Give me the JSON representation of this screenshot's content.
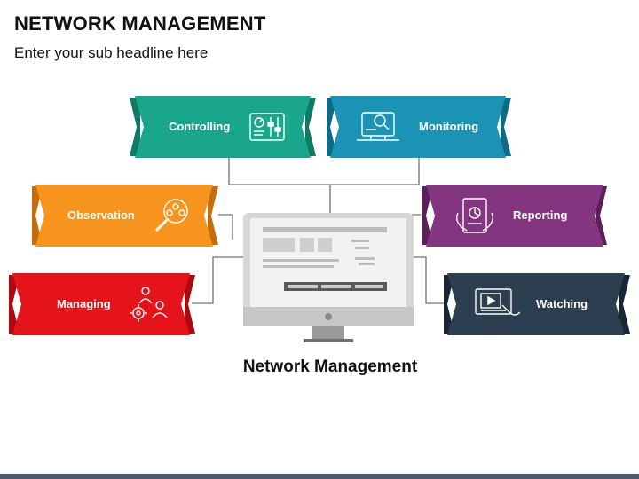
{
  "header": {
    "title": "NETWORK MANAGEMENT",
    "subtitle": "Enter your sub headline here"
  },
  "center": {
    "label": "Network Management"
  },
  "banners": [
    {
      "key": "controlling",
      "label": "Controlling",
      "icon": "control-panel-icon",
      "color": "#1aa68a"
    },
    {
      "key": "monitoring",
      "label": "Monitoring",
      "icon": "monitor-search-icon",
      "color": "#1a93b4"
    },
    {
      "key": "observation",
      "label": "Observation",
      "icon": "magnifier-team-icon",
      "color": "#f7941d"
    },
    {
      "key": "reporting",
      "label": "Reporting",
      "icon": "tablet-report-icon",
      "color": "#83357f"
    },
    {
      "key": "managing",
      "label": "Managing",
      "icon": "gear-people-icon",
      "color": "#e5141b"
    },
    {
      "key": "watching",
      "label": "Watching",
      "icon": "video-tablet-icon",
      "color": "#2d3e50"
    }
  ],
  "colors": {
    "connector": "#8a8a8a",
    "monitor_frame": "#c8c8c8",
    "footer_bar": "#4a5a6a"
  }
}
